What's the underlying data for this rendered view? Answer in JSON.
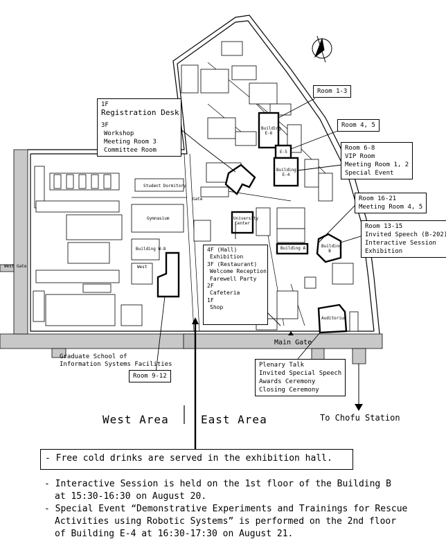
{
  "callouts": {
    "registration": {
      "floor1": "1F",
      "desk": "Registration Desk",
      "floor3": "3F",
      "lines": [
        "Workshop",
        "Meeting Room 3",
        "Committee Room"
      ]
    },
    "room_1_3": "Room 1-3",
    "room_4_5": "Room 4, 5",
    "room_6_8": {
      "lines": [
        "Room 6-8",
        "VIP Room",
        "Meeting Room 1, 2",
        "Special Event"
      ]
    },
    "room_16_21": {
      "lines": [
        "Room 16-21",
        "Meeting Room 4, 5"
      ]
    },
    "room_13_15": {
      "lines": [
        "Room 13-15",
        "Invited Speech (B-202)",
        "Interactive Session",
        "Exhibition"
      ]
    },
    "university_center": {
      "lines": [
        "4F (Hall)",
        "Exhibition",
        "3F (Restaurant)",
        "Welcome Reception",
        "Farewell Party",
        "2F",
        "Cafeteria",
        "1F",
        "Shop"
      ]
    },
    "auditorium": {
      "lines": [
        "Plenary Talk",
        "Invited Special Speech",
        "Awards Ceremony",
        "Closing Ceremony"
      ]
    },
    "room_9_12": "Room 9-12"
  },
  "map_labels": {
    "building_e6": "Building E-6",
    "e5": "E-5",
    "building_e4": "Building E-4",
    "building_a": "Building A",
    "building_b": "Building B",
    "university_center": "University Center",
    "auditorium": "Auditorium",
    "gymnasium": "Gymnasium",
    "building_w8": "Building W-8",
    "student_dormitory": "Student Dormitory",
    "west_gate": "West Gate",
    "main_gate": "Main Gate",
    "gate_small": "Gate",
    "graduate_school": [
      "Graduate School of",
      "Information Systems Facilities"
    ],
    "to_chofu": "To Chofu Station",
    "west_area": "West Area",
    "east_area": "East Area",
    "west_small": "West"
  },
  "notice": "- Free cold drinks are served in the exhibition hall.",
  "notes": [
    "- Interactive Session is held on the 1st floor of the Building B",
    "  at 15:30-16:30 on August 20.",
    "- Special Event “Demonstrative Experiments and Trainings for Rescue",
    "  Activities using Robotic Systems” is performed on the 2nd floor",
    "  of Building E-4 at 16:30-17:30 on August 21."
  ],
  "colors": {
    "ink": "#000000",
    "road": "#c8c8c8",
    "paper": "#ffffff"
  },
  "icons": [
    "north-arrow-icon"
  ]
}
